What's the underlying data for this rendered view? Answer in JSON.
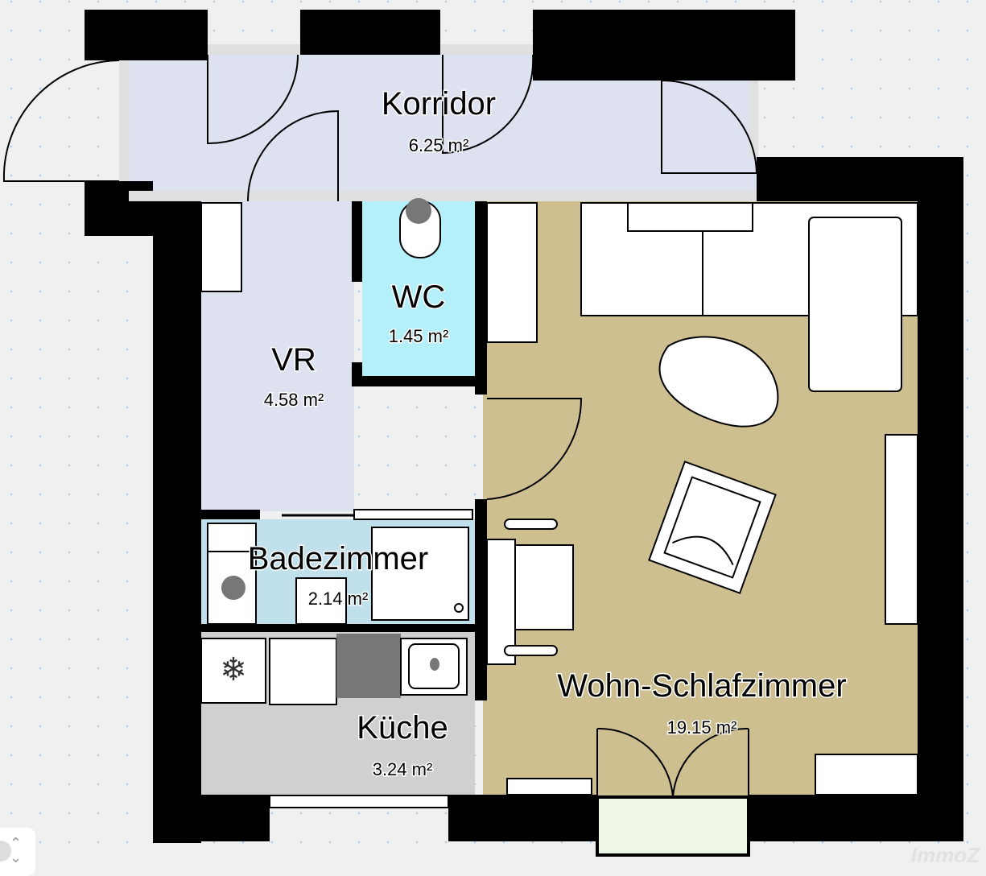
{
  "floorplan": {
    "rooms": [
      {
        "name": "Korridor",
        "area": "6.25 m²",
        "color": "#dde1f0"
      },
      {
        "name": "WC",
        "area": "1.45 m²",
        "color": "#b3f0fa"
      },
      {
        "name": "VR",
        "area": "4.58 m²",
        "color": "#dde1f0"
      },
      {
        "name": "Badezimmer",
        "area": "2.14 m²",
        "color": "#c0e0ec"
      },
      {
        "name": "Küche",
        "area": "3.24 m²",
        "color": "#d0d0d0"
      },
      {
        "name": "Wohn-Schlafzimmer",
        "area": "19.15 m²",
        "color": "#cdbf90"
      }
    ],
    "wall_color": "#000000",
    "background_color": "#f0f0f0"
  },
  "controls": {
    "zoom_icon": "chevron-up-down-icon"
  },
  "watermark": "ImmoZ"
}
